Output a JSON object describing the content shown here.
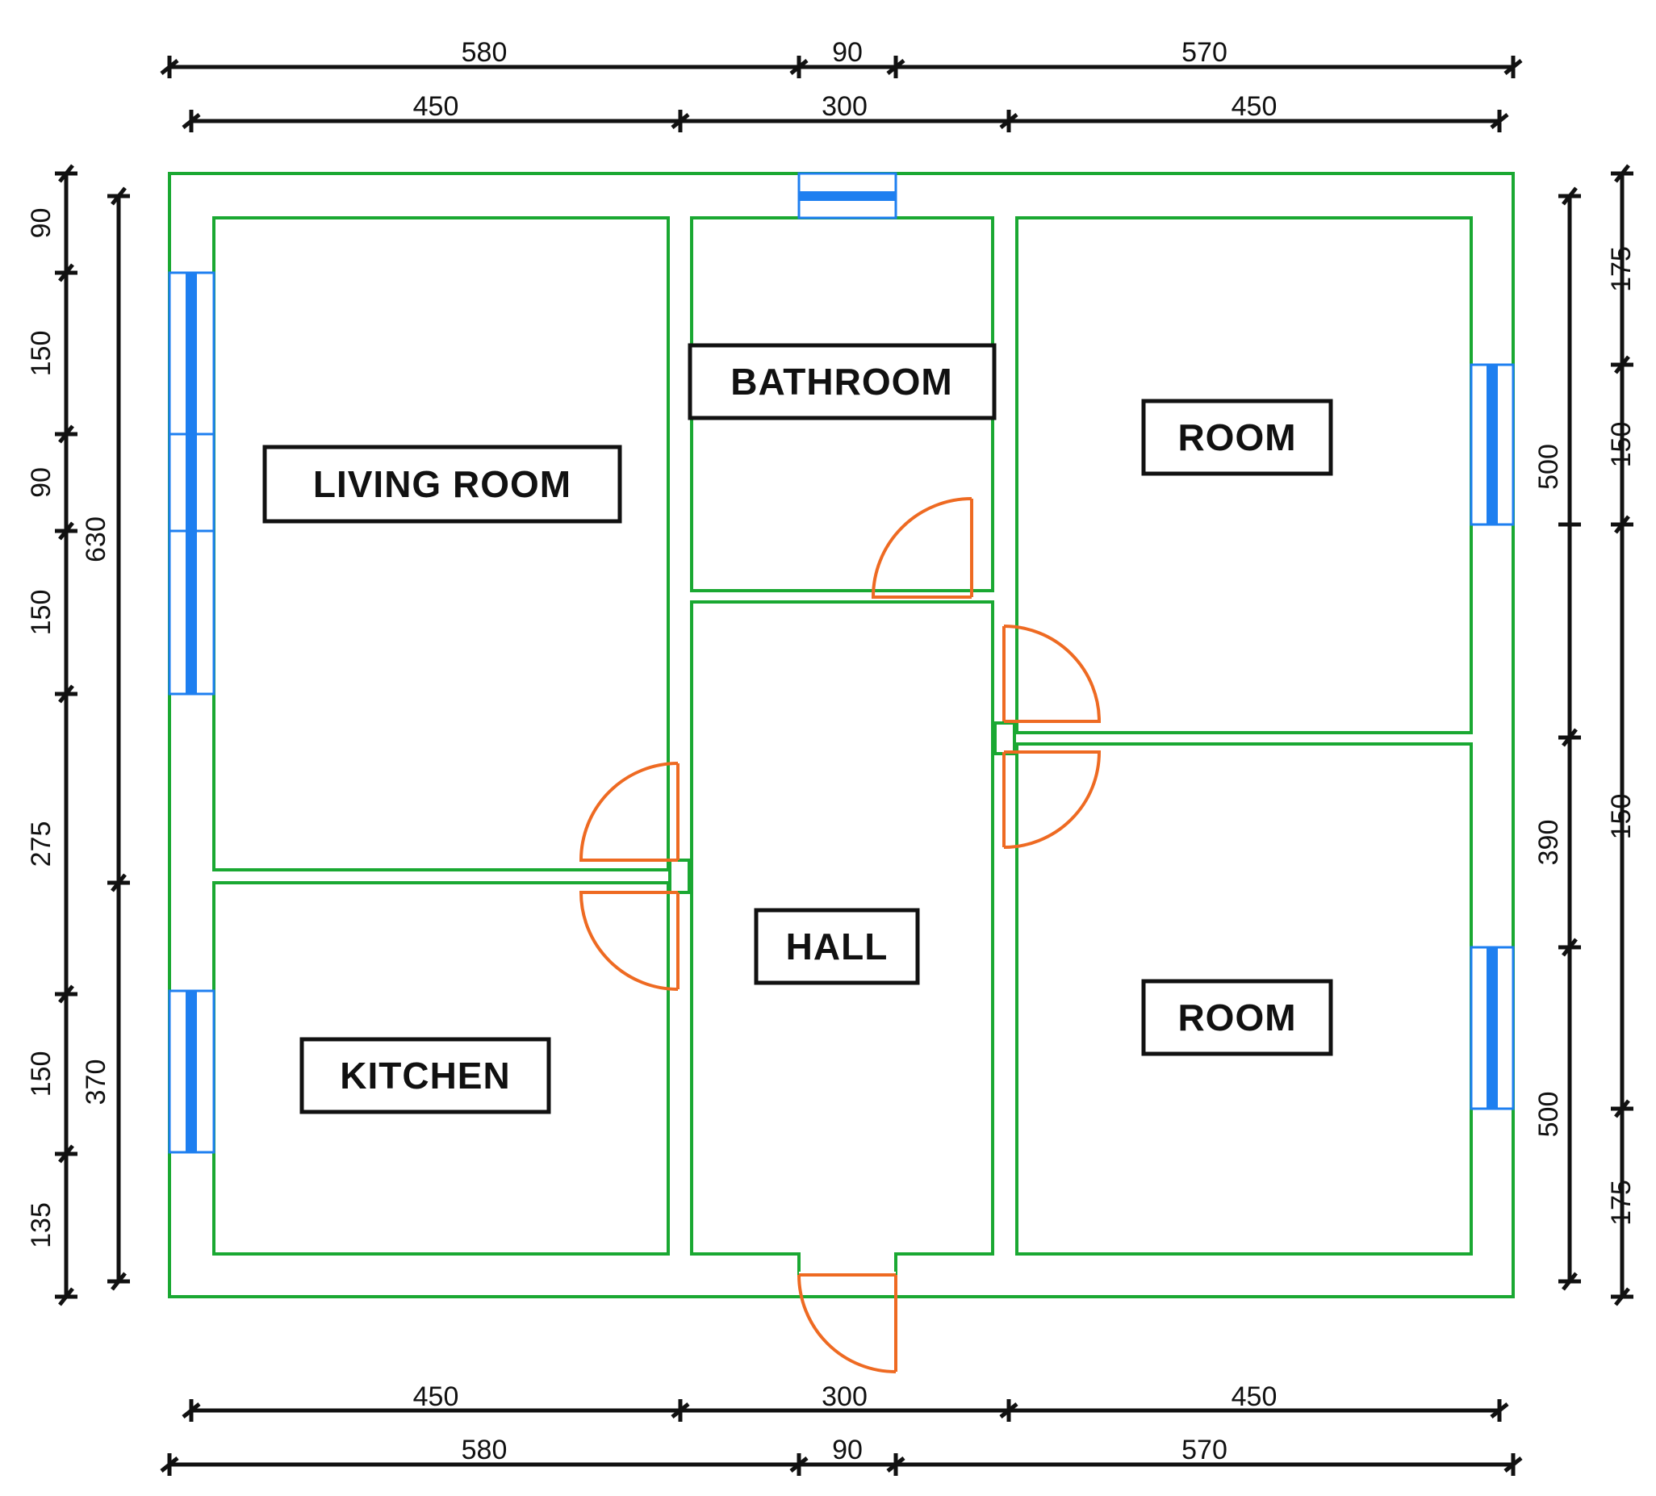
{
  "colors": {
    "wall": "#1aa832",
    "window": "#1e7ff0",
    "door": "#ee6a22",
    "dimension": "#111111"
  },
  "rooms": {
    "living_room": "LIVING ROOM",
    "bathroom": "BATHROOM",
    "room_upper": "ROOM",
    "hall": "HALL",
    "room_lower": "ROOM",
    "kitchen": "KITCHEN"
  },
  "dimensions": {
    "top_outer": [
      "580",
      "90",
      "570"
    ],
    "top_inner": [
      "450",
      "300",
      "450"
    ],
    "bottom_inner": [
      "450",
      "300",
      "450"
    ],
    "bottom_outer": [
      "580",
      "90",
      "570"
    ],
    "left_outer": [
      "90",
      "150",
      "90",
      "150",
      "275",
      "150",
      "135"
    ],
    "left_inner": [
      "630",
      "370"
    ],
    "right_inner": [
      "500",
      "390",
      "500"
    ],
    "right_outer": [
      "175",
      "150",
      "150",
      "175"
    ]
  }
}
